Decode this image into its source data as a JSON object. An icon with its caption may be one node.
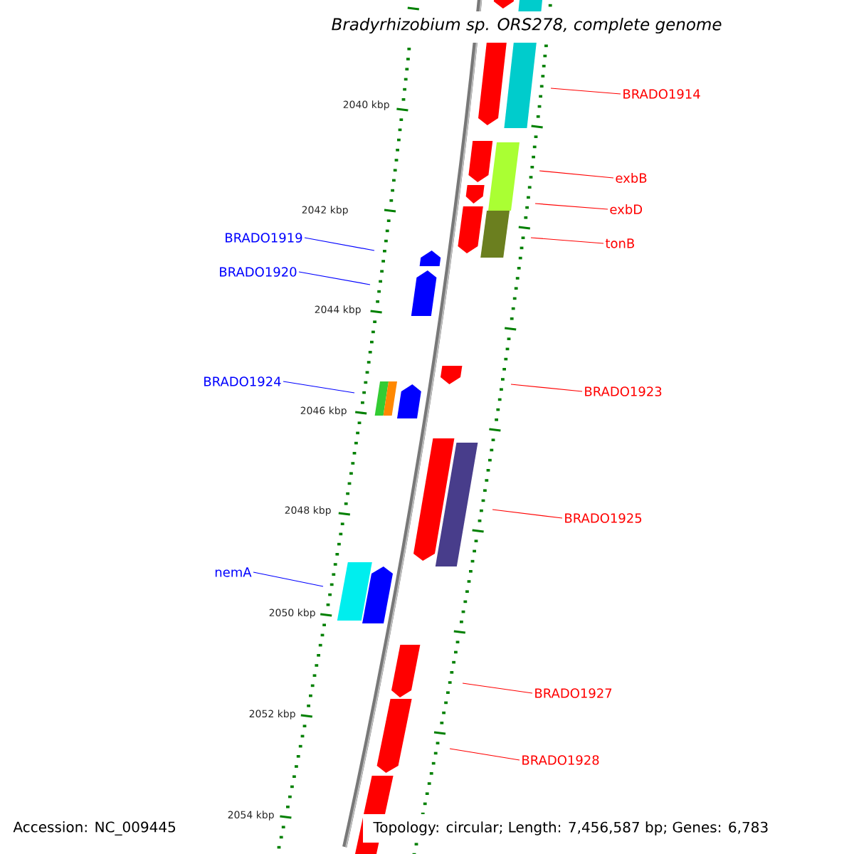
{
  "diagram": {
    "title": "Bradyrhizobium sp. ORS278, complete genome",
    "nodes": [
      {
        "text": [
          "BRADO1914"
        ]
      },
      {
        "text": [
          "exbB"
        ]
      },
      {
        "text": [
          "exbD"
        ]
      },
      {
        "text": [
          "tonB"
        ]
      },
      {
        "text": [
          "BRADO1919"
        ]
      },
      {
        "text": [
          "BRADO1920"
        ]
      },
      {
        "text": [
          "BRADO1924"
        ]
      },
      {
        "text": [
          "BRADO1923"
        ]
      },
      {
        "text": [
          "BRADO1925"
        ]
      },
      {
        "text": [
          "nemA"
        ]
      },
      {
        "text": [
          "BRADO1927"
        ]
      },
      {
        "text": [
          "BRADO1928"
        ]
      }
    ],
    "edges": [
      {
        "from": 0,
        "to": null,
        "arrow": "none"
      },
      {
        "from": 1,
        "to": null,
        "arrow": "none"
      },
      {
        "from": 2,
        "to": null,
        "arrow": "none"
      },
      {
        "from": 3,
        "to": null,
        "arrow": "none"
      },
      {
        "from": 4,
        "to": null,
        "arrow": "none",
        "color": "#0000ff"
      },
      {
        "from": 5,
        "to": null,
        "arrow": "none",
        "color": "#0000ff"
      },
      {
        "from": 6,
        "to": null,
        "arrow": "none",
        "color": "#0000ff"
      },
      {
        "from": 7,
        "to": null,
        "arrow": "none"
      },
      {
        "from": 8,
        "to": null,
        "arrow": "none"
      },
      {
        "from": 9,
        "to": null,
        "arrow": "none",
        "color": "#0000ff"
      },
      {
        "from": 10,
        "to": null,
        "arrow": "none"
      },
      {
        "from": 11,
        "to": null,
        "arrow": "none"
      }
    ],
    "labels": [
      "2040 kbp",
      "2042 kbp",
      "2044 kbp",
      "2046 kbp",
      "2048 kbp",
      "2050 kbp",
      "2052 kbp",
      "Accession: NC_009445",
      "2054 kbp",
      "Topology: circular; Length: 7,456,587 bp; Genes: 6,783"
    ]
  }
}
